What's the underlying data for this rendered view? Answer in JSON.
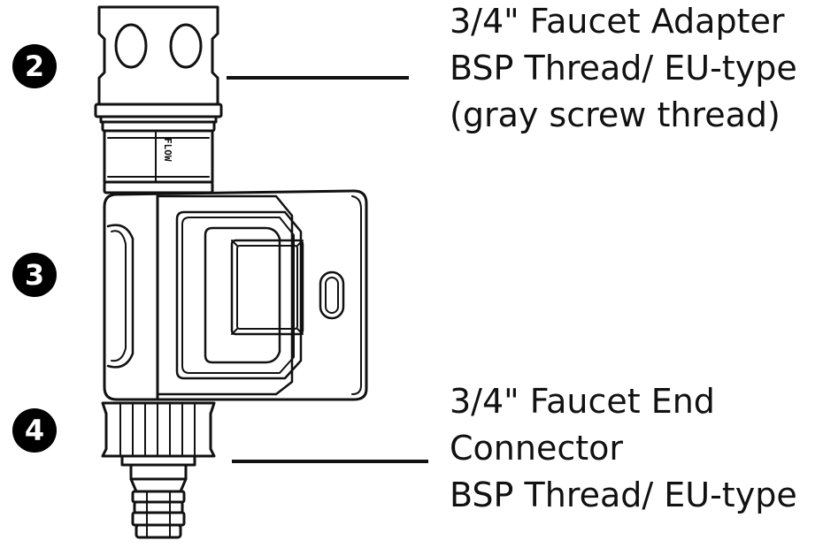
{
  "badges": [
    {
      "id": "badge-2",
      "label": "2"
    },
    {
      "id": "badge-3",
      "label": "3"
    },
    {
      "id": "badge-4",
      "label": "4"
    }
  ],
  "device": {
    "adapter_flow_text": "FLOW"
  },
  "callouts": {
    "adapter": {
      "line1": "3/4\" Faucet Adapter",
      "line2": "BSP Thread/ EU-type",
      "line3": "(gray screw thread)"
    },
    "end_connector": {
      "line1": "3/4\" Faucet End",
      "line2": "Connector",
      "line3": "BSP Thread/ EU-type"
    }
  }
}
